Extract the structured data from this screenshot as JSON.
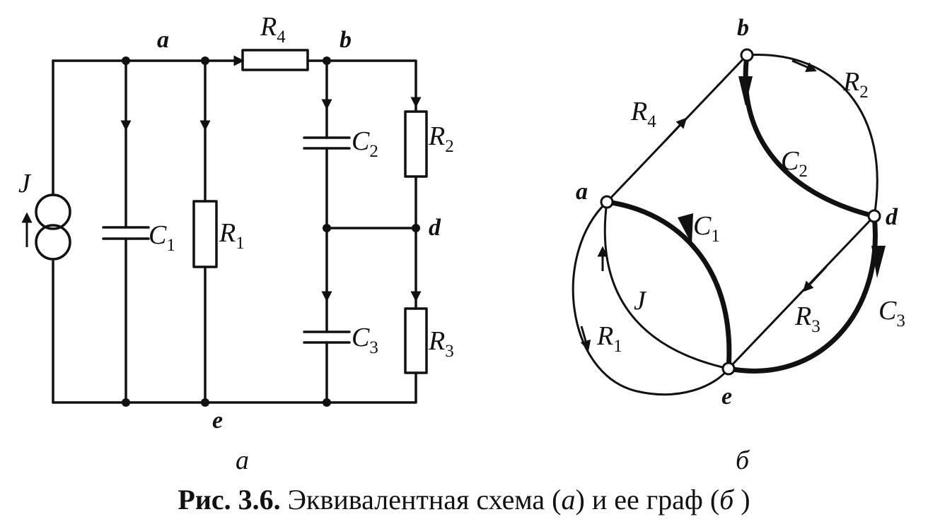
{
  "circuit": {
    "nodes": {
      "a": "a",
      "b": "b",
      "d": "d",
      "e": "e"
    },
    "source": {
      "symbol": "J"
    },
    "components": [
      {
        "id": "C1",
        "letter": "C",
        "sub": "1"
      },
      {
        "id": "R1",
        "letter": "R",
        "sub": "1"
      },
      {
        "id": "R4",
        "letter": "R",
        "sub": "4"
      },
      {
        "id": "C2",
        "letter": "C",
        "sub": "2"
      },
      {
        "id": "R2",
        "letter": "R",
        "sub": "2"
      },
      {
        "id": "C3",
        "letter": "C",
        "sub": "3"
      },
      {
        "id": "R3",
        "letter": "R",
        "sub": "3"
      }
    ],
    "panel_label": "a"
  },
  "graph": {
    "nodes": {
      "a": "a",
      "b": "b",
      "d": "d",
      "e": "e"
    },
    "edges": [
      {
        "id": "R4",
        "letter": "R",
        "sub": "4",
        "from": "a",
        "to": "b",
        "tree": false
      },
      {
        "id": "R2",
        "letter": "R",
        "sub": "2",
        "from": "b",
        "to": "d",
        "tree": false
      },
      {
        "id": "C2",
        "letter": "C",
        "sub": "2",
        "from": "b",
        "to": "d",
        "tree": true
      },
      {
        "id": "C1",
        "letter": "C",
        "sub": "1",
        "from": "a",
        "to": "e",
        "tree": true
      },
      {
        "id": "C3",
        "letter": "C",
        "sub": "3",
        "from": "d",
        "to": "e",
        "tree": true
      },
      {
        "id": "R3",
        "letter": "R",
        "sub": "3",
        "from": "d",
        "to": "e",
        "tree": false
      },
      {
        "id": "J",
        "letter": "J",
        "sub": "",
        "from": "e",
        "to": "a",
        "tree": false
      },
      {
        "id": "R1",
        "letter": "R",
        "sub": "1",
        "from": "a",
        "to": "e",
        "tree": false
      }
    ],
    "panel_label": "б"
  },
  "caption": {
    "number": "Рис. 3.6.",
    "text_before": "Эквивалентная схема (",
    "label_a": "а",
    "text_middle": ") и ее граф (",
    "label_b": "б",
    "text_after": " )"
  }
}
